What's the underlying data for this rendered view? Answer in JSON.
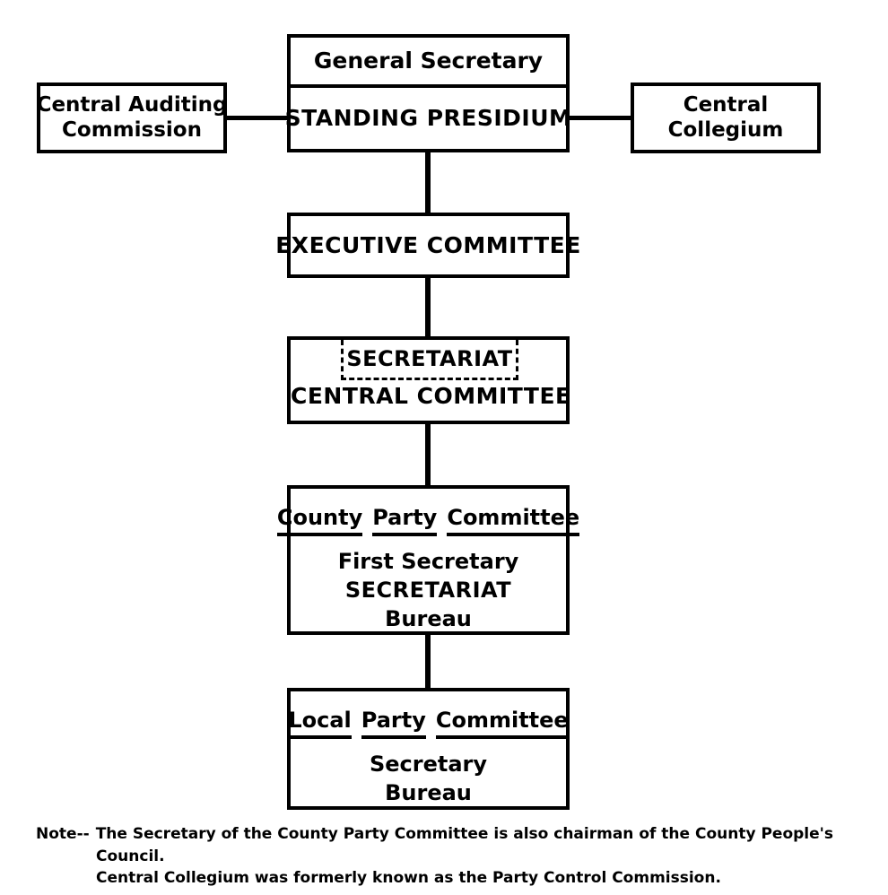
{
  "diagram": {
    "title_implicit": "Party organization chart",
    "nodes": {
      "general_secretary": "General Secretary",
      "standing_presidium": "STANDING PRESIDIUM",
      "central_auditing_line1": "Central Auditing",
      "central_auditing_line2": "Commission",
      "central_collegium_line1": "Central",
      "central_collegium_line2": "Collegium",
      "executive_committee": "EXECUTIVE COMMITTEE",
      "secretariat": "SECRETARIAT",
      "central_committee": "CENTRAL COMMITTEE",
      "county_heading": [
        "County",
        "Party",
        "Committee"
      ],
      "county_first_secretary": "First Secretary",
      "county_secretariat": "SECRETARIAT",
      "county_bureau": "Bureau",
      "local_heading": [
        "Local",
        "Party",
        "Committee"
      ],
      "local_secretary": "Secretary",
      "local_bureau": "Bureau"
    },
    "footnote": {
      "lead": "Note--",
      "line1": "The Secretary of the County Party Committee is also chairman of the County People's",
      "line2": "Council.",
      "line3": "Central Collegium was formerly known as the Party Control Commission."
    },
    "colors": {
      "ink": "#000000",
      "paper": "#ffffff"
    }
  }
}
